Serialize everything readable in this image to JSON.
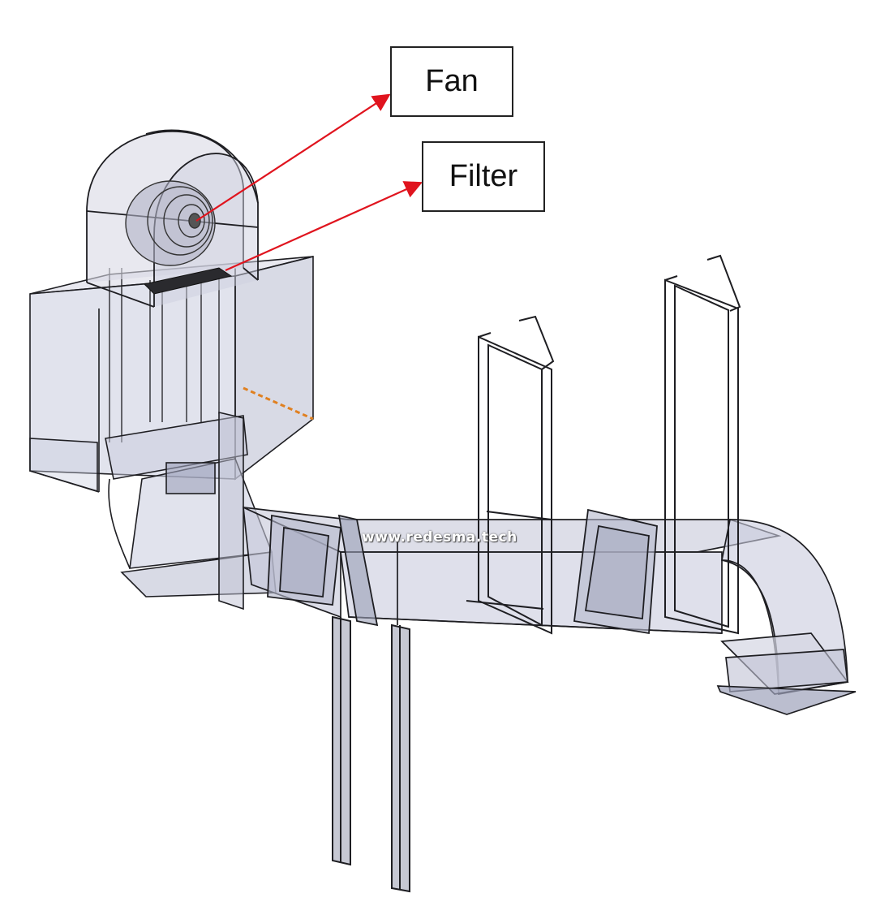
{
  "labels": {
    "fan": "Fan",
    "filter": "Filter"
  },
  "watermark": "www.redesma.tech",
  "colors": {
    "arrow": "#e0141e",
    "outline": "#1e1e22",
    "fill": "#c9ccde",
    "dashed_edge": "#e08020"
  },
  "components": [
    "fan-housing",
    "filter",
    "plenum-box",
    "duct",
    "elbow",
    "support-frames",
    "support-legs"
  ]
}
